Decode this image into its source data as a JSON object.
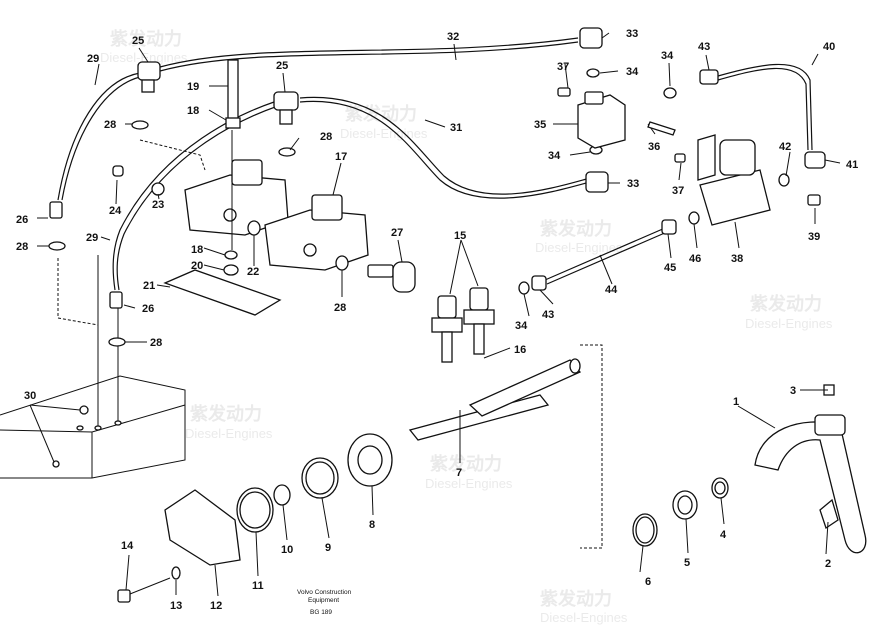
{
  "diagram": {
    "caption": {
      "line1": "Volvo Construction",
      "line2": "Equipment",
      "code": "BG 189"
    },
    "watermark": {
      "brand": "紫发动力",
      "site": "Diesel-Engines"
    },
    "callouts": [
      {
        "id": "c1",
        "text": "1"
      },
      {
        "id": "c2",
        "text": "2"
      },
      {
        "id": "c3",
        "text": "3"
      },
      {
        "id": "c4",
        "text": "4"
      },
      {
        "id": "c5",
        "text": "5"
      },
      {
        "id": "c6",
        "text": "6"
      },
      {
        "id": "c7",
        "text": "7"
      },
      {
        "id": "c8",
        "text": "8"
      },
      {
        "id": "c9",
        "text": "9"
      },
      {
        "id": "c10",
        "text": "10"
      },
      {
        "id": "c11",
        "text": "11"
      },
      {
        "id": "c12",
        "text": "12"
      },
      {
        "id": "c13",
        "text": "13"
      },
      {
        "id": "c14",
        "text": "14"
      },
      {
        "id": "c15",
        "text": "15"
      },
      {
        "id": "c16",
        "text": "16"
      },
      {
        "id": "c17",
        "text": "17"
      },
      {
        "id": "c18a",
        "text": "18"
      },
      {
        "id": "c18b",
        "text": "18"
      },
      {
        "id": "c19",
        "text": "19"
      },
      {
        "id": "c20",
        "text": "20"
      },
      {
        "id": "c21",
        "text": "21"
      },
      {
        "id": "c22",
        "text": "22"
      },
      {
        "id": "c23",
        "text": "23"
      },
      {
        "id": "c24",
        "text": "24"
      },
      {
        "id": "c25a",
        "text": "25"
      },
      {
        "id": "c25b",
        "text": "25"
      },
      {
        "id": "c26a",
        "text": "26"
      },
      {
        "id": "c26b",
        "text": "26"
      },
      {
        "id": "c27",
        "text": "27"
      },
      {
        "id": "c28a",
        "text": "28"
      },
      {
        "id": "c28b",
        "text": "28"
      },
      {
        "id": "c28c",
        "text": "28"
      },
      {
        "id": "c28d",
        "text": "28"
      },
      {
        "id": "c28e",
        "text": "28"
      },
      {
        "id": "c29a",
        "text": "29"
      },
      {
        "id": "c29b",
        "text": "29"
      },
      {
        "id": "c30",
        "text": "30"
      },
      {
        "id": "c31",
        "text": "31"
      },
      {
        "id": "c32",
        "text": "32"
      },
      {
        "id": "c33a",
        "text": "33"
      },
      {
        "id": "c33b",
        "text": "33"
      },
      {
        "id": "c34a",
        "text": "34"
      },
      {
        "id": "c34b",
        "text": "34"
      },
      {
        "id": "c34c",
        "text": "34"
      },
      {
        "id": "c34d",
        "text": "34"
      },
      {
        "id": "c35",
        "text": "35"
      },
      {
        "id": "c36",
        "text": "36"
      },
      {
        "id": "c37a",
        "text": "37"
      },
      {
        "id": "c37b",
        "text": "37"
      },
      {
        "id": "c38",
        "text": "38"
      },
      {
        "id": "c39",
        "text": "39"
      },
      {
        "id": "c40",
        "text": "40"
      },
      {
        "id": "c41",
        "text": "41"
      },
      {
        "id": "c42",
        "text": "42"
      },
      {
        "id": "c43a",
        "text": "43"
      },
      {
        "id": "c43b",
        "text": "43"
      },
      {
        "id": "c44",
        "text": "44"
      },
      {
        "id": "c45",
        "text": "45"
      },
      {
        "id": "c46",
        "text": "46"
      }
    ]
  }
}
